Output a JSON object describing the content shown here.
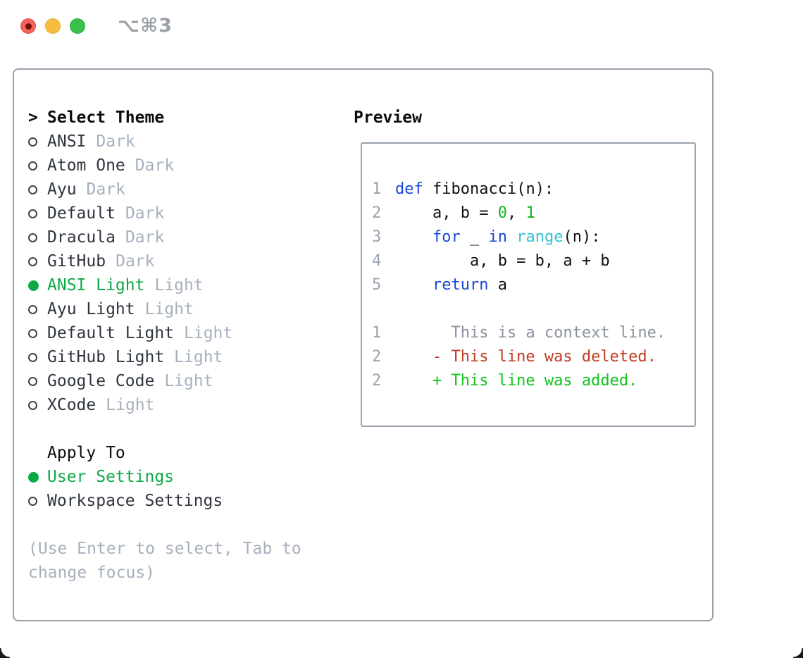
{
  "window": {
    "title": "⌥⌘3"
  },
  "traffic_lights": {
    "close": "#f4615a",
    "minimize": "#f6bd3e",
    "zoom": "#38c14a"
  },
  "picker": {
    "header_marker": ">",
    "header_label": "Select Theme",
    "themes": [
      {
        "name": "ANSI",
        "variant": "Dark",
        "selected": false
      },
      {
        "name": "Atom One",
        "variant": "Dark",
        "selected": false
      },
      {
        "name": "Ayu",
        "variant": "Dark",
        "selected": false
      },
      {
        "name": "Default",
        "variant": "Dark",
        "selected": false
      },
      {
        "name": "Dracula",
        "variant": "Dark",
        "selected": false
      },
      {
        "name": "GitHub",
        "variant": "Dark",
        "selected": false
      },
      {
        "name": "ANSI Light",
        "variant": "Light",
        "selected": true
      },
      {
        "name": "Ayu Light",
        "variant": "Light",
        "selected": false
      },
      {
        "name": "Default Light",
        "variant": "Light",
        "selected": false
      },
      {
        "name": "GitHub Light",
        "variant": "Light",
        "selected": false
      },
      {
        "name": "Google Code",
        "variant": "Light",
        "selected": false
      },
      {
        "name": "XCode",
        "variant": "Light",
        "selected": false
      }
    ],
    "apply_label": "Apply To",
    "apply_options": [
      {
        "label": "User Settings",
        "selected": true
      },
      {
        "label": "Workspace Settings",
        "selected": false
      }
    ],
    "hint_lines": [
      "(Use Enter to select, Tab to",
      "change focus)"
    ]
  },
  "preview": {
    "title": "Preview",
    "lines": [
      {
        "num": "1",
        "segments": [
          {
            "text": "def",
            "color": "kw"
          },
          {
            "text": " fibonacci(n):",
            "color": "fg"
          }
        ]
      },
      {
        "num": "2",
        "segments": [
          {
            "text": "    a, b = ",
            "color": "fg"
          },
          {
            "text": "0",
            "color": "num"
          },
          {
            "text": ", ",
            "color": "fg"
          },
          {
            "text": "1",
            "color": "num"
          }
        ]
      },
      {
        "num": "3",
        "segments": [
          {
            "text": "    ",
            "color": "fg"
          },
          {
            "text": "for",
            "color": "kw"
          },
          {
            "text": " _ ",
            "color": "fg"
          },
          {
            "text": "in",
            "color": "kw"
          },
          {
            "text": " ",
            "color": "fg"
          },
          {
            "text": "range",
            "color": "fn"
          },
          {
            "text": "(n):",
            "color": "fg"
          }
        ]
      },
      {
        "num": "4",
        "segments": [
          {
            "text": "        a, b = b, a + b",
            "color": "fg"
          }
        ]
      },
      {
        "num": "5",
        "segments": [
          {
            "text": "    ",
            "color": "fg"
          },
          {
            "text": "return",
            "color": "kw"
          },
          {
            "text": " a",
            "color": "fg"
          }
        ]
      },
      {
        "num": "",
        "segments": []
      },
      {
        "num": "1",
        "segments": [
          {
            "text": "      This is a context line.",
            "color": "ctx"
          }
        ]
      },
      {
        "num": "2",
        "segments": [
          {
            "text": "    - This line was deleted.",
            "color": "del"
          }
        ]
      },
      {
        "num": "2",
        "segments": [
          {
            "text": "    + This line was added.",
            "color": "add"
          }
        ]
      }
    ]
  },
  "colors": {
    "kw": "#1847d7",
    "fn": "#2fc2d5",
    "num": "#10b51d",
    "fg": "#0e1116",
    "ctx": "#8b939f",
    "del": "#c33b22",
    "add": "#11c41a",
    "selection_green": "#0caa46",
    "panel_border": "#99a1ac",
    "muted_text": "#a6b0bd"
  }
}
